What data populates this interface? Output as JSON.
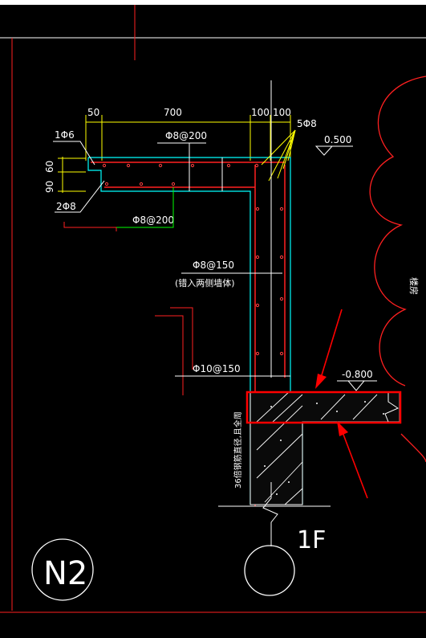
{
  "drawing": {
    "dimensions_top": [
      "50",
      "700",
      "100",
      "100"
    ],
    "dimensions_left": [
      "90",
      "60"
    ],
    "rebar_labels": {
      "top_left": "1Φ6",
      "bottom_left": "2Φ8",
      "right_top": "5Φ8",
      "slab_top": "Φ8@200",
      "slab_bottom": "Φ8@200",
      "wall_upper": "Φ8@150",
      "wall_upper_note": "(错入两侧墙体)",
      "wall_lower": "Φ10@150",
      "wall_side_note": "36倍钢筋直径,且全周"
    },
    "elevations": {
      "top": "0.500",
      "bottom": "-0.800"
    },
    "side_text": "楼房",
    "floor_label": "1F",
    "detail_label": "N2"
  },
  "colors": {
    "background": "#000000",
    "red": "#ff0000",
    "cyan": "#00ffff",
    "yellow": "#ffff00",
    "white": "#ffffff",
    "green": "#00ff00"
  }
}
